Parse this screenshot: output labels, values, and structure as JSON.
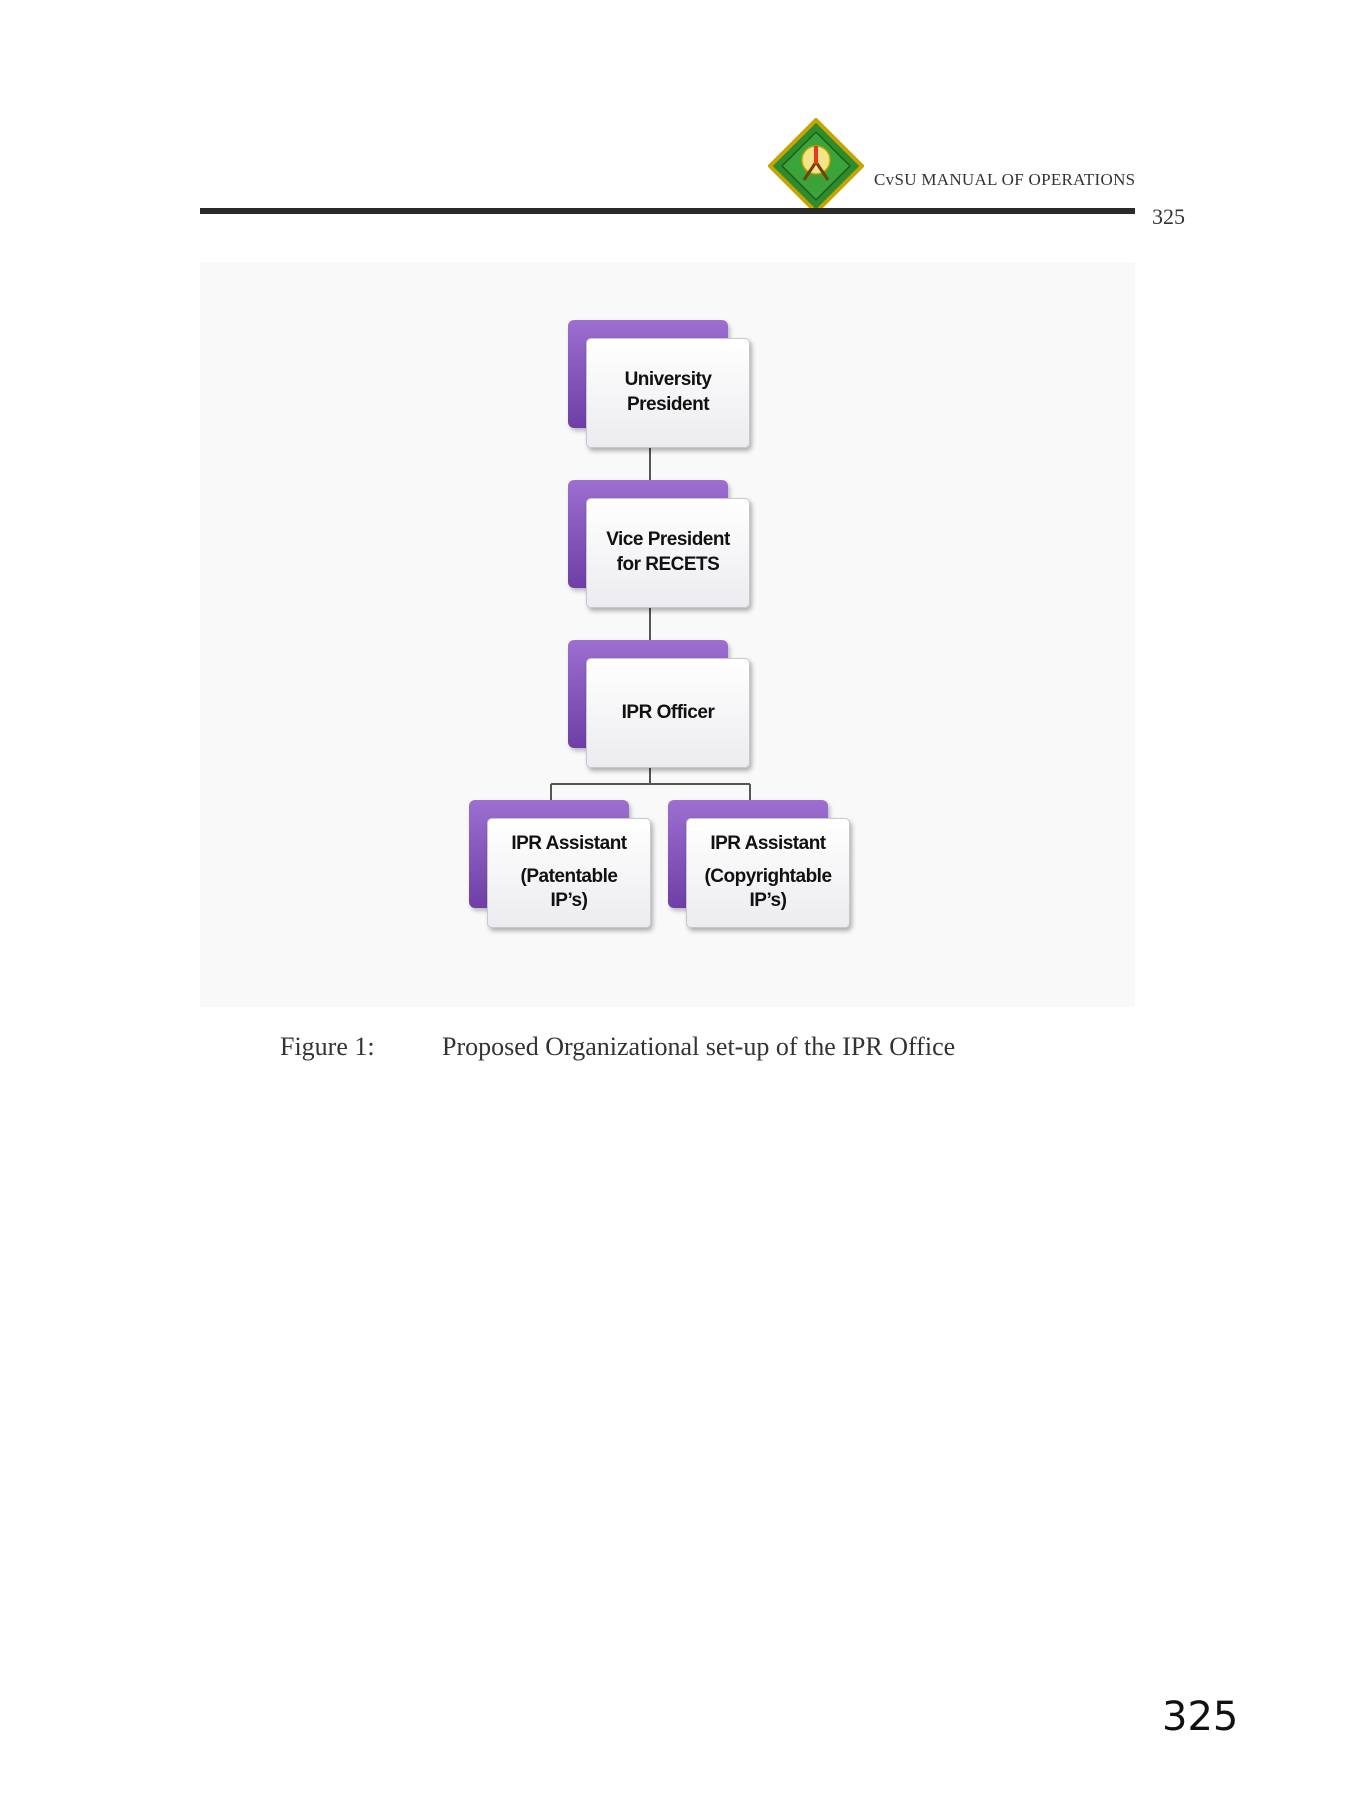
{
  "header": {
    "title": "CvSU MANUAL OF OPERATIONS",
    "page_number": "325",
    "logo": "cvsu-seal-logo"
  },
  "org_chart": {
    "nodes": {
      "university_president": {
        "lines": [
          "University",
          "President"
        ]
      },
      "vp_recets": {
        "lines": [
          "Vice President",
          "for RECETS"
        ]
      },
      "ipr_officer": {
        "lines": [
          "IPR Officer"
        ]
      },
      "ipr_assistant_patentable": {
        "title": "IPR Assistant",
        "lines": [
          "(Patentable",
          "IP’s)"
        ]
      },
      "ipr_assistant_copyrightable": {
        "title": "IPR Assistant",
        "lines": [
          "(Copyrightable",
          "IP’s)"
        ]
      }
    },
    "edges": [
      [
        "University President",
        "Vice President for RECETS"
      ],
      [
        "Vice President for RECETS",
        "IPR Officer"
      ],
      [
        "IPR Officer",
        "IPR Assistant (Patentable IP’s)"
      ],
      [
        "IPR Officer",
        "IPR Assistant (Copyrightable IP’s)"
      ]
    ],
    "colors": {
      "node_back": "#7b4db8",
      "node_front": "#f2f2f4",
      "connector": "#555555"
    }
  },
  "caption": {
    "label": "Figure 1:",
    "text": "Proposed Organizational set-up of the IPR Office"
  },
  "footer": {
    "page_number": "325"
  }
}
